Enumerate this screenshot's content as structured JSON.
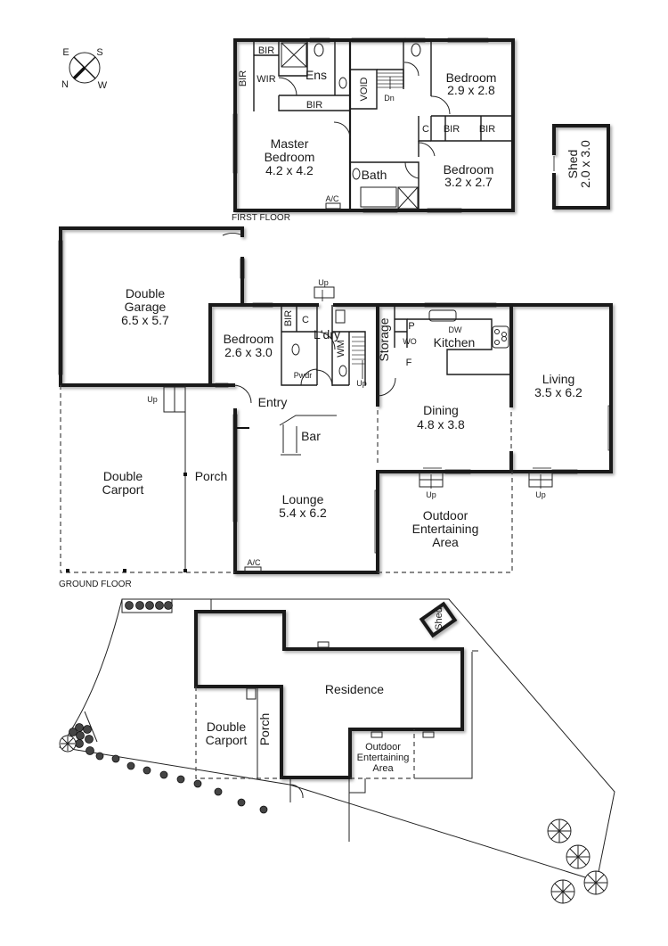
{
  "compass": {
    "labels": [
      "E",
      "S",
      "N",
      "W"
    ]
  },
  "first_floor": {
    "caption": "FIRST FLOOR",
    "rooms": {
      "master_bedroom": {
        "name": "Master Bedroom",
        "line1": "Master",
        "line2": "Bedroom",
        "size": "4.2 x 4.2"
      },
      "bedroom_a": {
        "name": "Bedroom",
        "size": "2.9 x 2.8"
      },
      "bedroom_b": {
        "name": "Bedroom",
        "size": "3.2 x 2.7"
      },
      "ensuite": "Ens",
      "wir": "WIR",
      "bir": "BIR",
      "void": "VOID",
      "bath": "Bath",
      "cupboard": "C",
      "stairs_down": "Dn",
      "ac": "A/C"
    }
  },
  "shed": {
    "name": "Shed",
    "size": "2.0 x 3.0"
  },
  "ground_floor": {
    "caption": "GROUND FLOOR",
    "rooms": {
      "garage": {
        "line1": "Double",
        "line2": "Garage",
        "size": "6.5 x 5.7"
      },
      "bedroom": {
        "name": "Bedroom",
        "size": "2.6 x 3.0"
      },
      "bir": "BIR",
      "cupboard": "C",
      "laundry": "L'dry",
      "wm": "WM",
      "powder": "Pwdr",
      "storage": "Storage",
      "pantry": "P",
      "wall_oven": "WO",
      "fridge": "F",
      "dishwasher": "DW",
      "kitchen": "Kitchen",
      "dining": {
        "name": "Dining",
        "size": "4.8 x 3.8"
      },
      "living": {
        "name": "Living",
        "size": "3.5 x 6.2"
      },
      "entry": "Entry",
      "bar": "Bar",
      "lounge": {
        "name": "Lounge",
        "size": "5.4 x 6.2"
      },
      "porch": "Porch",
      "carport": {
        "line1": "Double",
        "line2": "Carport"
      },
      "outdoor": {
        "line1": "Outdoor",
        "line2": "Entertaining",
        "line3": "Area"
      },
      "up": "Up",
      "ac": "A/C"
    }
  },
  "site_plan": {
    "residence": "Residence",
    "shed": "Shed",
    "porch": "Porch",
    "carport": {
      "line1": "Double",
      "line2": "Carport"
    },
    "outdoor": {
      "line1": "Outdoor",
      "line2": "Entertaining",
      "line3": "Area"
    }
  }
}
